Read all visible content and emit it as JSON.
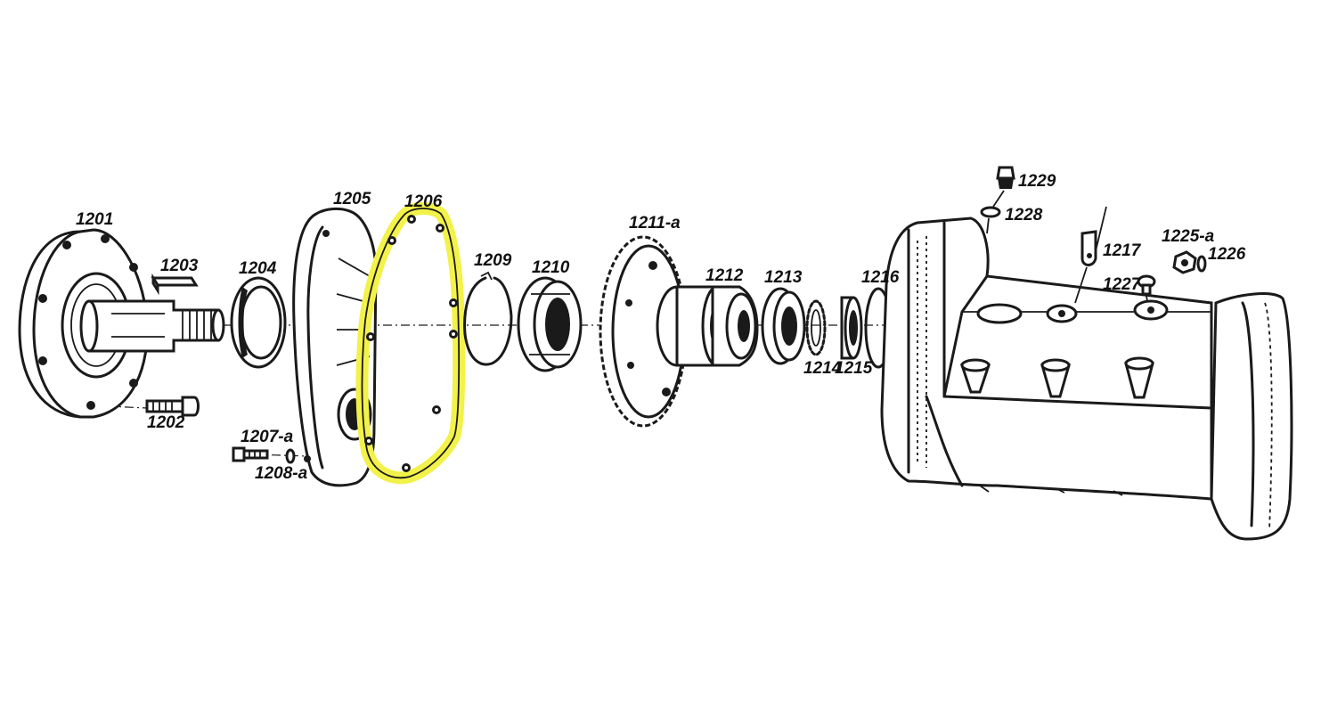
{
  "highlight_color": "#f2f24a",
  "ink_color": "#1a1a1a",
  "parts": [
    {
      "id": "p1201",
      "label": "1201",
      "name": "flange"
    },
    {
      "id": "p1202",
      "label": "1202",
      "name": "stud"
    },
    {
      "id": "p1203",
      "label": "1203",
      "name": "key"
    },
    {
      "id": "p1204",
      "label": "1204",
      "name": "seal"
    },
    {
      "id": "p1205",
      "label": "1205",
      "name": "cover"
    },
    {
      "id": "p1206",
      "label": "1206",
      "name": "gasket"
    },
    {
      "id": "p1207a",
      "label": "1207-a",
      "name": "screw"
    },
    {
      "id": "p1208a",
      "label": "1208-a",
      "name": "washer"
    },
    {
      "id": "p1209",
      "label": "1209",
      "name": "circlip"
    },
    {
      "id": "p1210",
      "label": "1210",
      "name": "bearing"
    },
    {
      "id": "p1211a",
      "label": "1211-a",
      "name": "gear"
    },
    {
      "id": "p1212",
      "label": "1212",
      "name": "hub"
    },
    {
      "id": "p1213",
      "label": "1213",
      "name": "bearing"
    },
    {
      "id": "p1214",
      "label": "1214",
      "name": "lock-washer"
    },
    {
      "id": "p1215",
      "label": "1215",
      "name": "nut"
    },
    {
      "id": "p1216",
      "label": "1216",
      "name": "o-ring"
    },
    {
      "id": "p1217",
      "label": "1217",
      "name": "bracket"
    },
    {
      "id": "p1225a",
      "label": "1225-a",
      "name": "nut"
    },
    {
      "id": "p1226",
      "label": "1226",
      "name": "washer"
    },
    {
      "id": "p1227",
      "label": "1227",
      "name": "plug"
    },
    {
      "id": "p1228",
      "label": "1228",
      "name": "o-ring"
    },
    {
      "id": "p1229",
      "label": "1229",
      "name": "breather"
    }
  ]
}
